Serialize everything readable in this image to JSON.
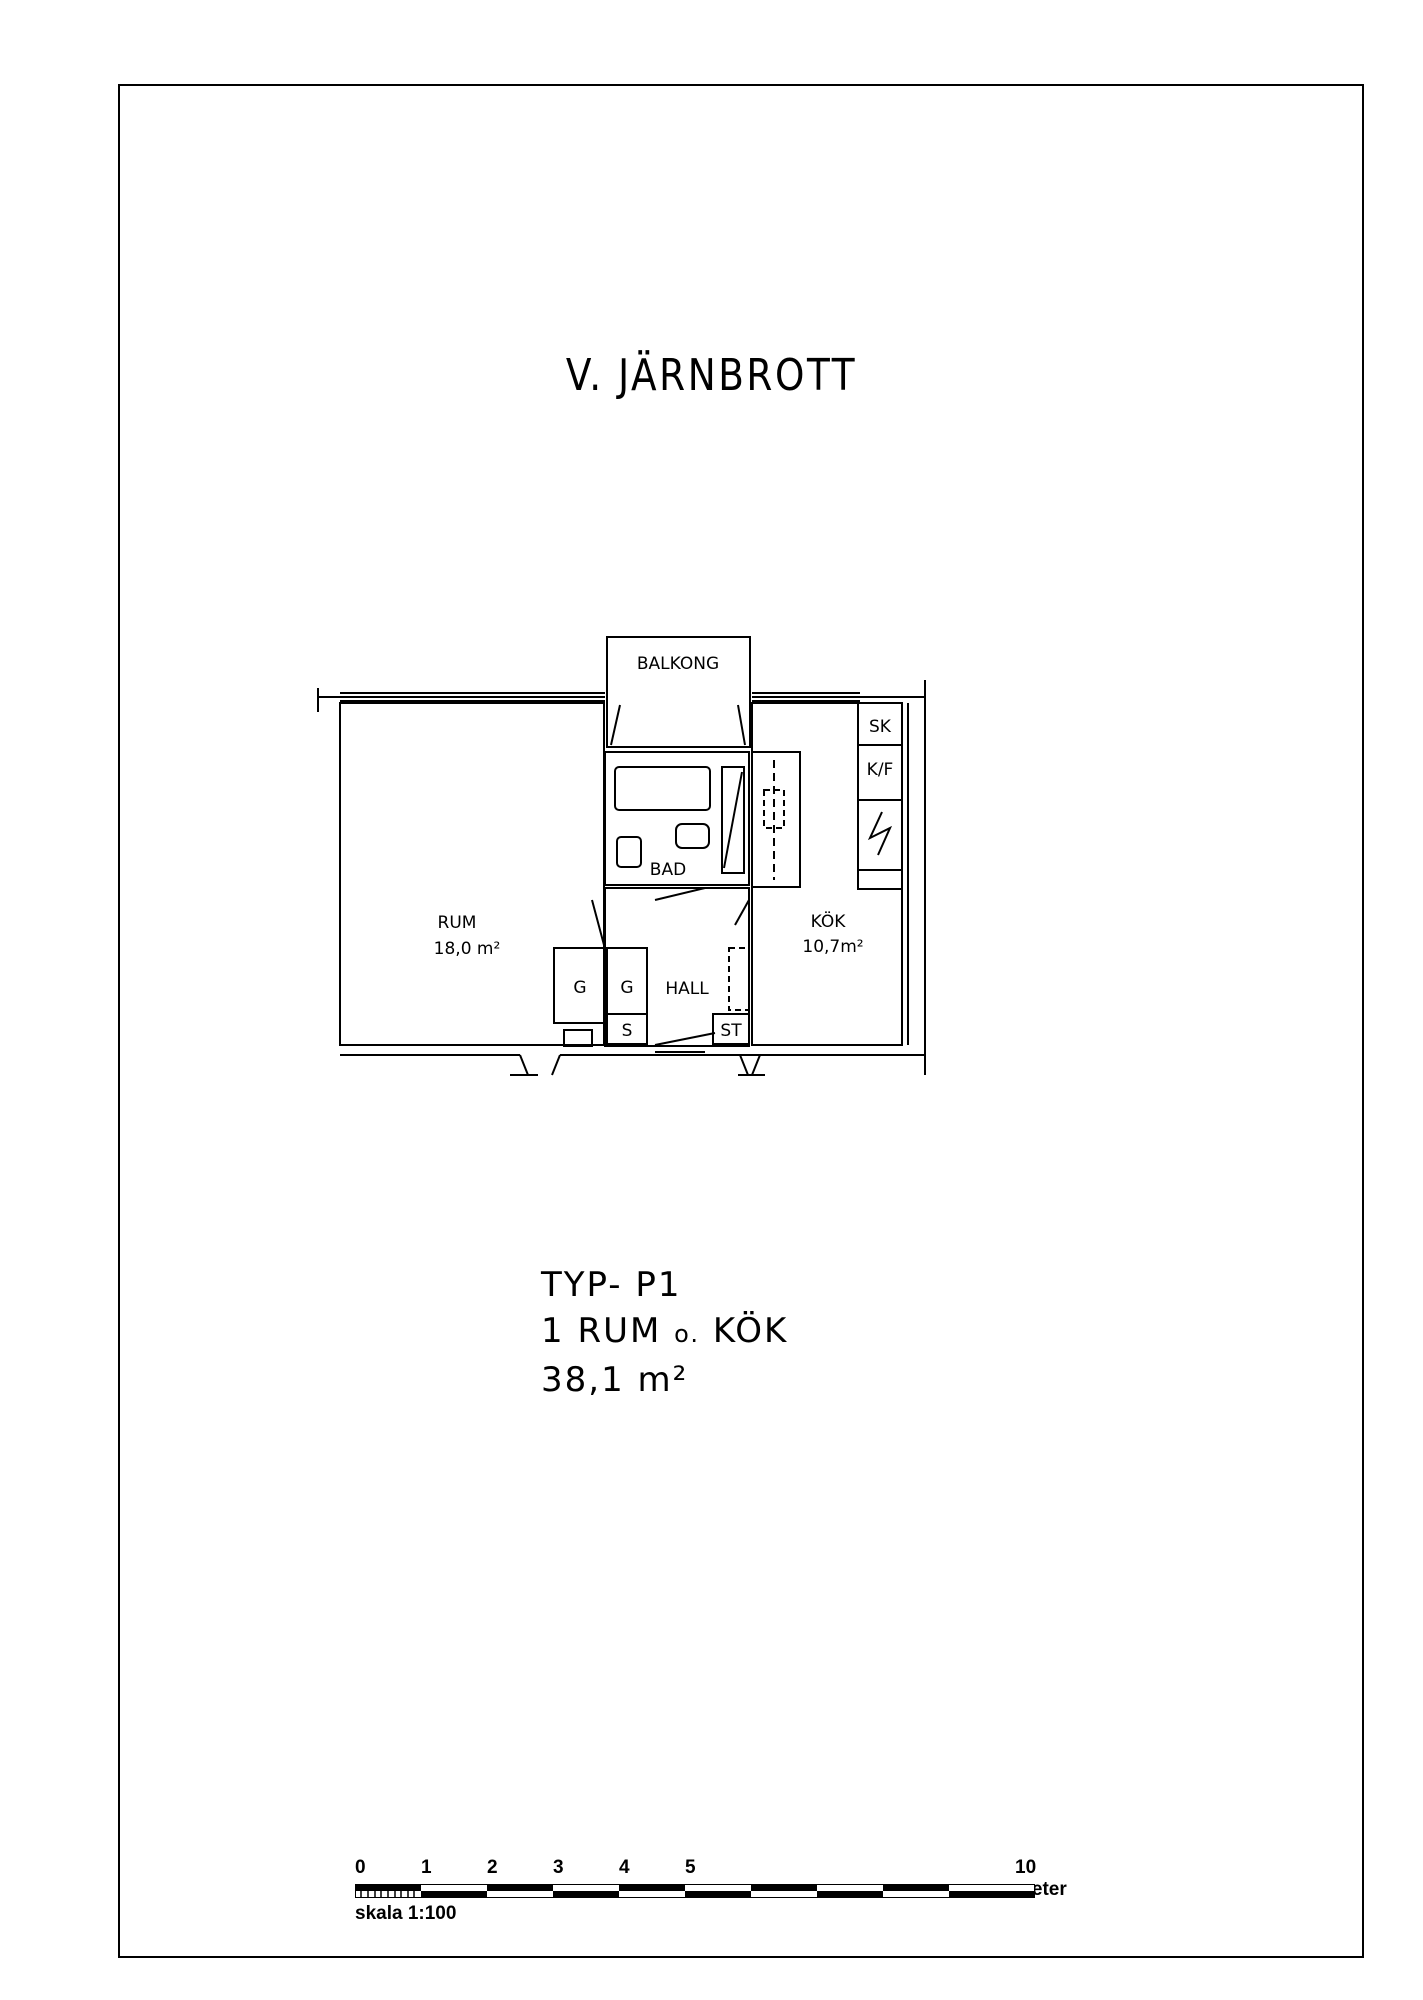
{
  "drawing": {
    "title": "V. JÄRNBROTT"
  },
  "rooms": {
    "balkong": "BALKONG",
    "rum_name": "RUM",
    "rum_area": "18,0 m²",
    "bad": "BAD",
    "hall": "HALL",
    "kok_name": "KÖK",
    "kok_area": "10,7m²",
    "g1": "G",
    "g2": "G",
    "s": "S",
    "st": "ST",
    "sk": "SK",
    "kf": "K/F"
  },
  "info": {
    "type": "TYP- P1",
    "rooms_prefix": "1 RUM",
    "rooms_conj": "o.",
    "rooms_suffix": "KÖK",
    "area": "38,1 m²"
  },
  "scale": {
    "ticks": [
      "0",
      "1",
      "2",
      "3",
      "4",
      "5",
      "10 meter"
    ],
    "label": "skala 1:100"
  }
}
